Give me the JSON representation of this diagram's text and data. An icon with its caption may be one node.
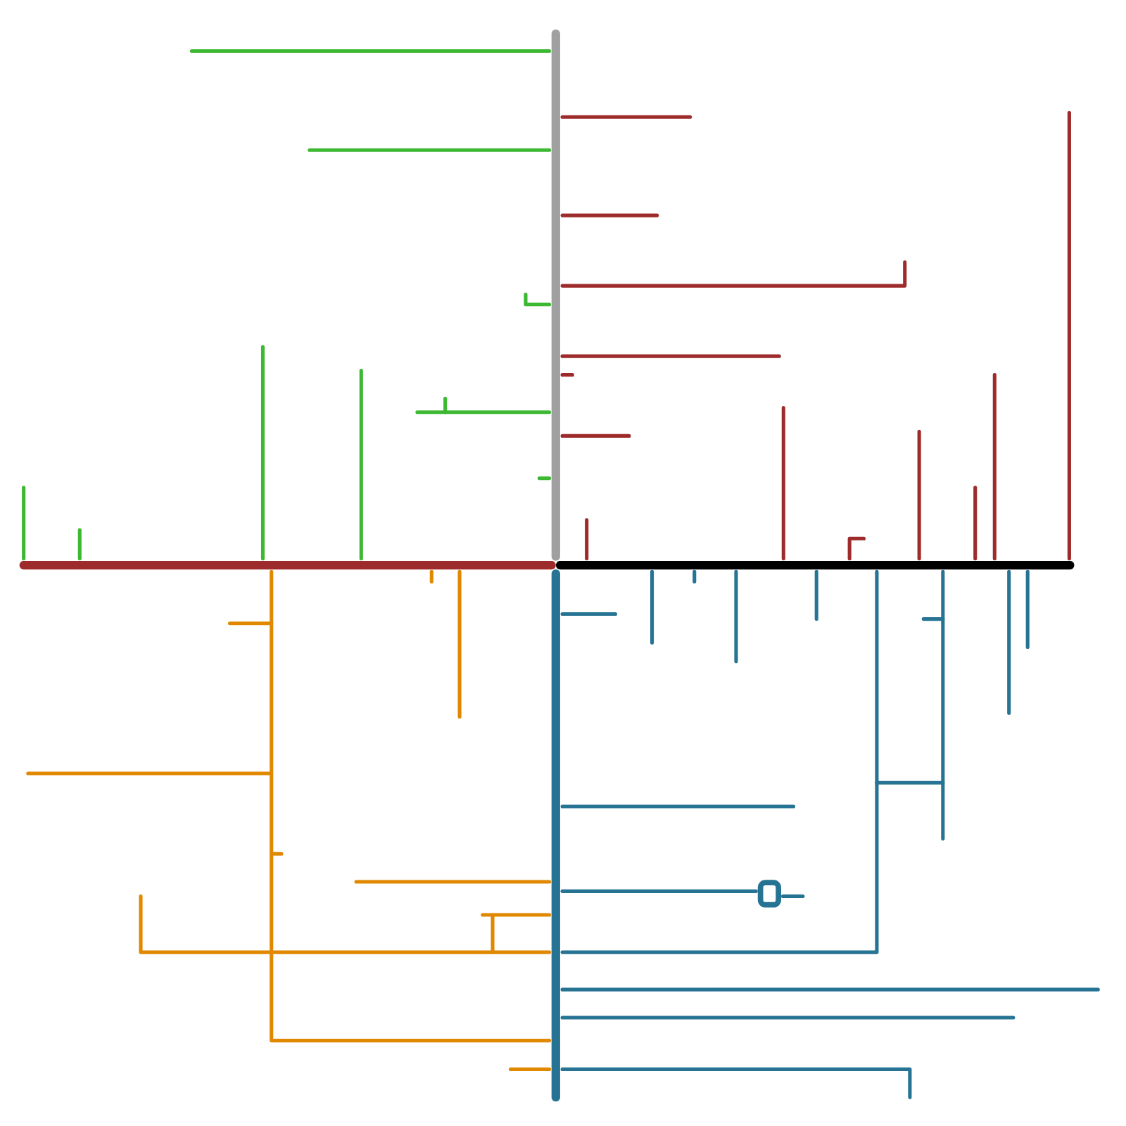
{
  "diagram": {
    "nodes": [
      {
        "text": [],
        "shape": "bar"
      },
      {
        "text": [],
        "shape": "bar"
      },
      {
        "text": [],
        "shape": "bar"
      },
      {
        "text": [],
        "shape": "bar"
      },
      {
        "text": [],
        "shape": "box"
      }
    ],
    "edges": [
      {
        "from": 0,
        "to": null,
        "arrow": "none",
        "color": "#3cb832"
      },
      {
        "from": 0,
        "to": null,
        "arrow": "none",
        "color": "#3cb832"
      },
      {
        "from": 0,
        "to": null,
        "arrow": "none",
        "color": "#3cb832"
      },
      {
        "from": 0,
        "to": null,
        "arrow": "none",
        "color": "#3cb832"
      },
      {
        "from": 0,
        "to": null,
        "arrow": "none",
        "color": "#3cb832"
      },
      {
        "from": 1,
        "to": null,
        "arrow": "none",
        "color": "#3cb832"
      },
      {
        "from": 1,
        "to": null,
        "arrow": "none",
        "color": "#3cb832"
      },
      {
        "from": 1,
        "to": null,
        "arrow": "none",
        "color": "#3cb832"
      },
      {
        "from": 1,
        "to": null,
        "arrow": "none",
        "color": "#3cb832"
      },
      {
        "from": 0,
        "to": null,
        "arrow": "none",
        "color": "#9e2b2b"
      },
      {
        "from": 0,
        "to": null,
        "arrow": "none",
        "color": "#9e2b2b"
      },
      {
        "from": 0,
        "to": null,
        "arrow": "none",
        "color": "#9e2b2b"
      },
      {
        "from": 0,
        "to": null,
        "arrow": "none",
        "color": "#9e2b2b"
      },
      {
        "from": 0,
        "to": null,
        "arrow": "none",
        "color": "#9e2b2b"
      },
      {
        "from": 0,
        "to": null,
        "arrow": "none",
        "color": "#9e2b2b"
      },
      {
        "from": 2,
        "to": null,
        "arrow": "none",
        "color": "#9e2b2b"
      },
      {
        "from": 2,
        "to": null,
        "arrow": "none",
        "color": "#9e2b2b"
      },
      {
        "from": 2,
        "to": null,
        "arrow": "none",
        "color": "#9e2b2b"
      },
      {
        "from": 2,
        "to": null,
        "arrow": "none",
        "color": "#9e2b2b"
      },
      {
        "from": 2,
        "to": null,
        "arrow": "none",
        "color": "#9e2b2b"
      },
      {
        "from": 2,
        "to": null,
        "arrow": "none",
        "color": "#9e2b2b"
      },
      {
        "from": 2,
        "to": null,
        "arrow": "none",
        "color": "#9e2b2b"
      },
      {
        "from": 1,
        "to": 3,
        "arrow": "none",
        "color": "#e08800"
      },
      {
        "from": 1,
        "to": null,
        "arrow": "none",
        "color": "#e08800"
      },
      {
        "from": 1,
        "to": null,
        "arrow": "none",
        "color": "#e08800"
      },
      {
        "from": null,
        "to": 3,
        "arrow": "none",
        "color": "#e08800"
      },
      {
        "from": null,
        "to": 3,
        "arrow": "none",
        "color": "#e08800"
      },
      {
        "from": null,
        "to": 3,
        "arrow": "none",
        "color": "#e08800"
      },
      {
        "from": null,
        "to": 3,
        "arrow": "none",
        "color": "#e08800"
      },
      {
        "from": 3,
        "to": null,
        "arrow": "none"
      },
      {
        "from": 2,
        "to": null,
        "arrow": "none"
      },
      {
        "from": 2,
        "to": null,
        "arrow": "none"
      },
      {
        "from": 2,
        "to": null,
        "arrow": "none"
      },
      {
        "from": 2,
        "to": null,
        "arrow": "none"
      },
      {
        "from": 2,
        "to": 3,
        "arrow": "none"
      },
      {
        "from": 2,
        "to": null,
        "arrow": "none"
      },
      {
        "from": 2,
        "to": null,
        "arrow": "none"
      },
      {
        "from": 2,
        "to": null,
        "arrow": "none"
      },
      {
        "from": 3,
        "to": null,
        "arrow": "none"
      },
      {
        "from": 3,
        "to": 4,
        "arrow": "none"
      },
      {
        "from": 4,
        "to": null,
        "arrow": "none"
      },
      {
        "from": 3,
        "to": null,
        "arrow": "none"
      },
      {
        "from": 3,
        "to": null,
        "arrow": "none"
      },
      {
        "from": 3,
        "to": null,
        "arrow": "none"
      }
    ]
  }
}
